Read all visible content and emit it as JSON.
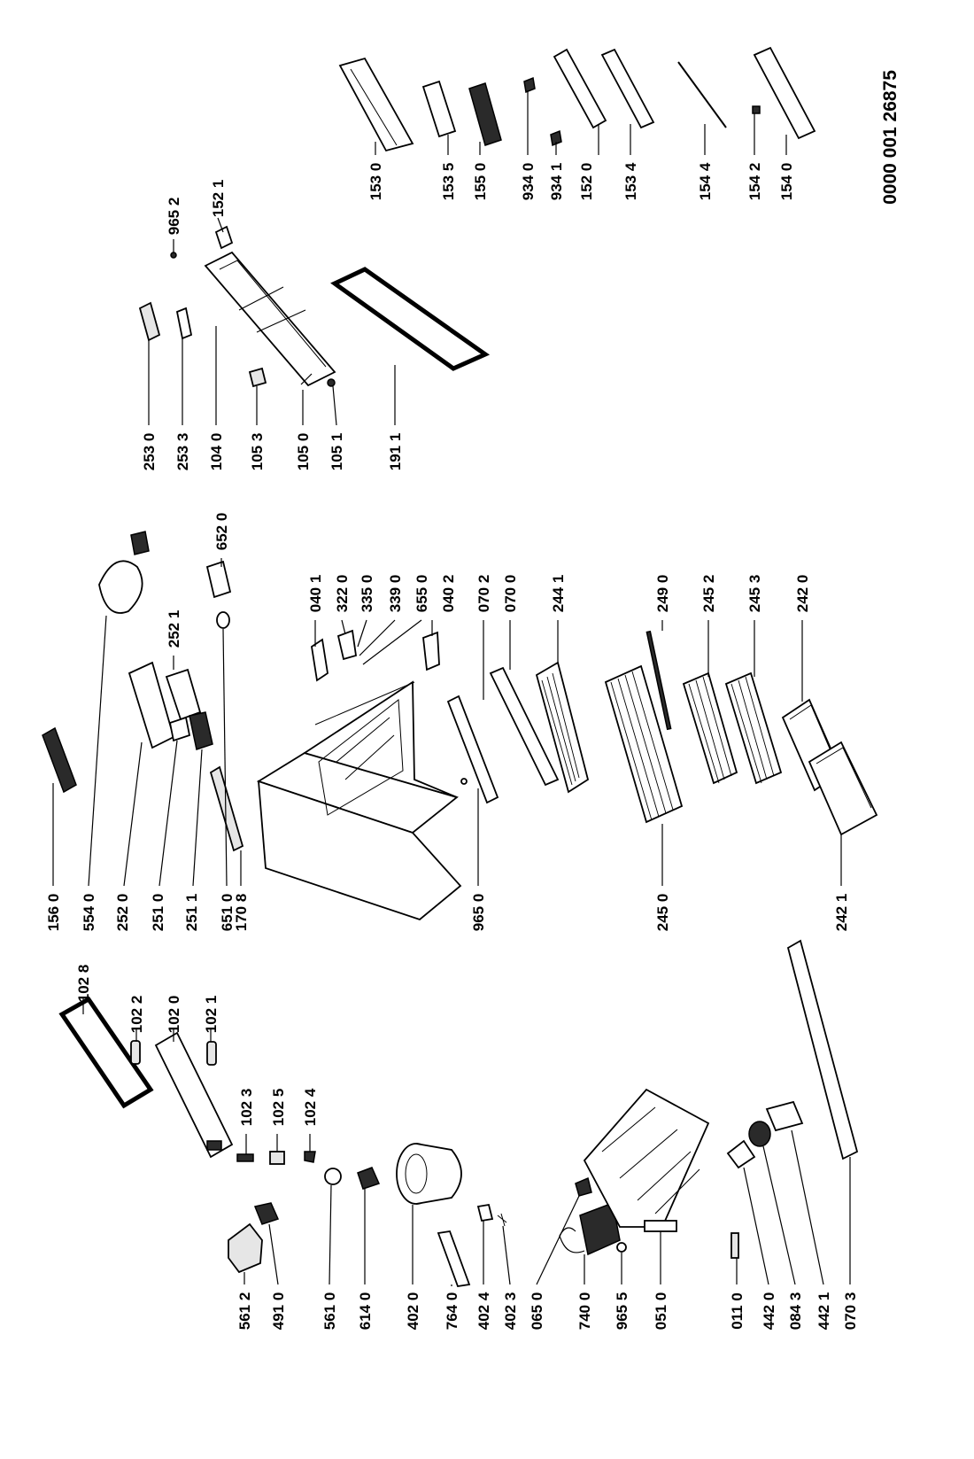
{
  "document_number": "0000 001 26875",
  "parts": {
    "p1028": "102 8",
    "p1022": "102 2",
    "p1020": "102 0",
    "p1021": "102 1",
    "p1023": "102 3",
    "p1025": "102 5",
    "p1024": "102 4",
    "p1560": "156 0",
    "p5540": "554 0",
    "p2520": "252 0",
    "p2510": "251 0",
    "p2511": "251 1",
    "p6510": "651 0",
    "p1708": "170 8",
    "p2521": "252 1",
    "p6520": "652 0",
    "p0401": "040 1",
    "p3220": "322 0",
    "p3350": "335 0",
    "p3390": "339 0",
    "p6550": "655 0",
    "p0402": "040 2",
    "p0702": "070 2",
    "p0700": "070 0",
    "p2441": "244 1",
    "p2490": "249 0",
    "p2452": "245 2",
    "p2453": "245 3",
    "p2420": "242 0",
    "p9650": "965 0",
    "p2450": "245 0",
    "p2421": "242 1",
    "p2530": "253 0",
    "p2533": "253 3",
    "p1040": "104 0",
    "p1053": "105 3",
    "p1050": "105 0",
    "p1051": "105 1",
    "p1911": "191 1",
    "p9652": "965 2",
    "p1521": "152 1",
    "p1530": "153 0",
    "p1535": "153 5",
    "p1550": "155 0",
    "p9340": "934 0",
    "p9341": "934 1",
    "p1520": "152 0",
    "p1534": "153 4",
    "p1544": "154 4",
    "p1542": "154 2",
    "p1540": "154 0",
    "p5612": "561 2",
    "p4910": "491 0",
    "p5610": "561 0",
    "p6140": "614 0",
    "p4020": "402 0",
    "p7640": "764 0",
    "p4024": "402 4",
    "p4023": "402 3",
    "p0650": "065 0",
    "p7400": "740 0",
    "p9655": "965 5",
    "p0510": "051 0",
    "p0110": "011 0",
    "p4420": "442 0",
    "p0843": "084 3",
    "p4421": "442 1",
    "p0703": "070 3"
  }
}
